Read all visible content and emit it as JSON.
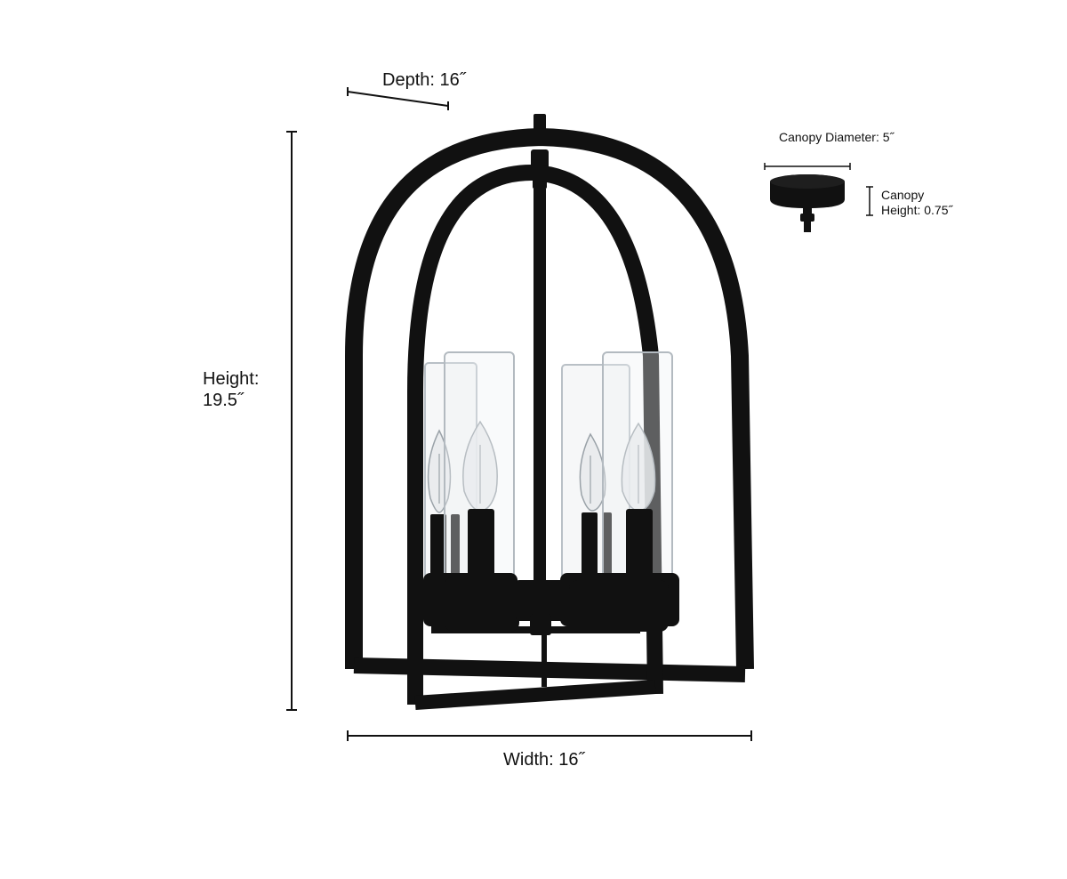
{
  "dimensions": {
    "depth": "Depth: 16˝",
    "height": [
      "Height:",
      "19.5˝"
    ],
    "width": "Width: 16˝",
    "canopy_diameter": "Canopy Diameter: 5˝",
    "canopy_height": [
      "Canopy",
      "Height: 0.75˝"
    ]
  },
  "colors": {
    "frame": "#111111",
    "glass": "#c9ced3",
    "bulb": "#dfe3e6",
    "dimension_line": "#111111"
  }
}
